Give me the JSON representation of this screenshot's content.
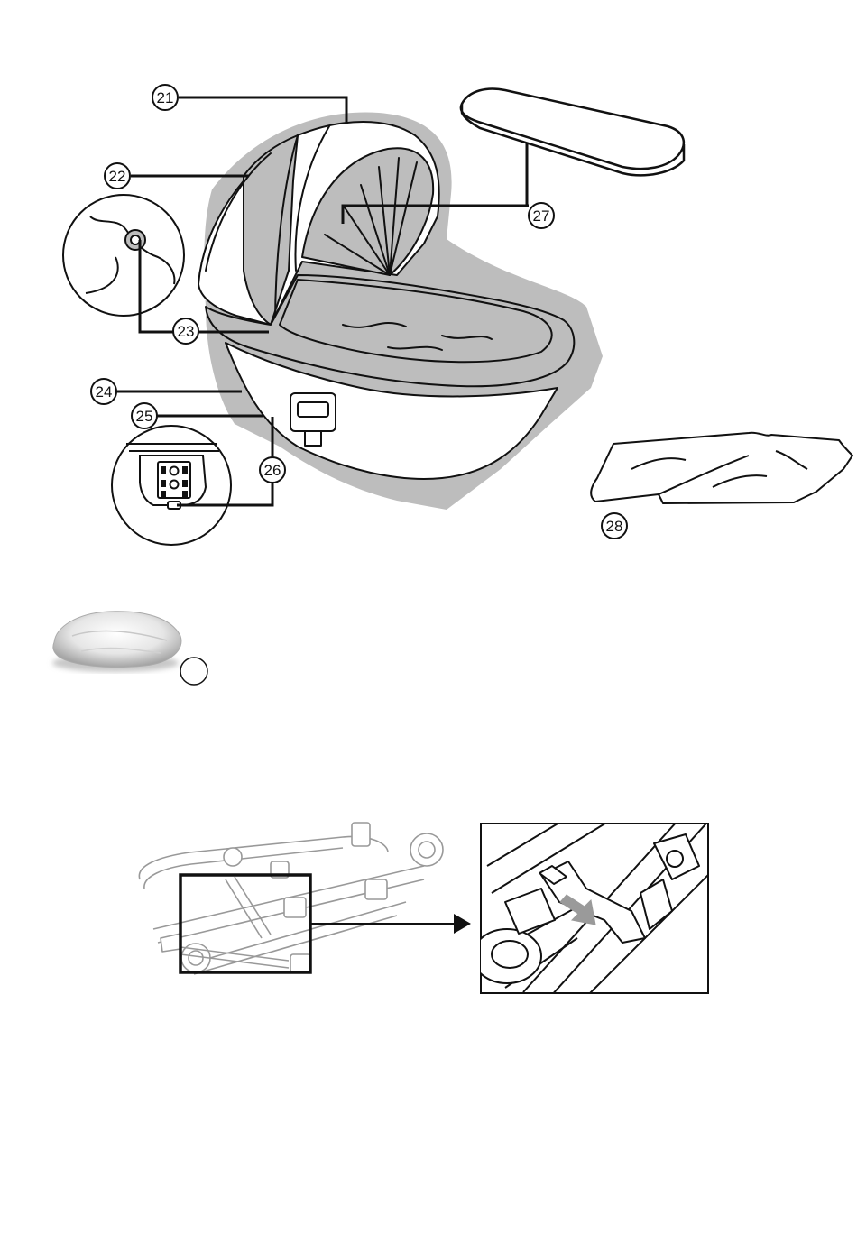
{
  "callouts": [
    {
      "id": "c21",
      "label": "21",
      "part": "canopy-top"
    },
    {
      "id": "c22",
      "label": "22",
      "part": "canopy"
    },
    {
      "id": "c23",
      "label": "23",
      "part": "canopy-attachment-knob"
    },
    {
      "id": "c24",
      "label": "24",
      "part": "carrycot-body"
    },
    {
      "id": "c25",
      "label": "25",
      "part": "base"
    },
    {
      "id": "c26",
      "label": "26",
      "part": "release-latch"
    },
    {
      "id": "c27",
      "label": "27",
      "part": "mattress"
    },
    {
      "id": "c28",
      "label": "28",
      "part": "apron-cover"
    }
  ],
  "rain_cover": {
    "label": ""
  },
  "colors": {
    "line": "#111111",
    "shadow": "#bdbdbd",
    "fill": "#ffffff",
    "arrow": "#9a9a9a"
  }
}
